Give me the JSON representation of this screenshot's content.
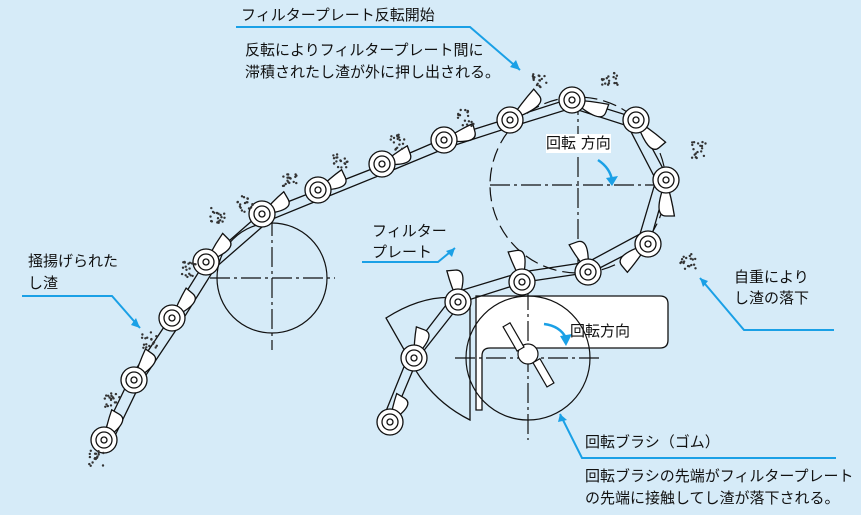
{
  "colors": {
    "background": "#d6ebf8",
    "accent": "#1aa0e6",
    "line": "#111111",
    "fill": "#ffffff"
  },
  "labels": {
    "plate_flip_title": "フィルタープレート反転開始",
    "plate_flip_desc_1": "反転によりフィルタープレート間に",
    "plate_flip_desc_2": "滞積されたし渣が外に押し出される。",
    "lifted_1": "掻揚げられた",
    "lifted_2": "し渣",
    "filter_plate_1": "フィルター",
    "filter_plate_2": "プレート",
    "rotation_upper": "回転 方向",
    "rotation_lower": "回転方向",
    "falls_1": "自重により",
    "falls_2": "し渣の落下",
    "brush": "回転ブラシ（ゴム）",
    "brush_desc_1": "回転ブラシの先端がフィルタープレート",
    "brush_desc_2": "の先端に接触してし渣が落下される。"
  }
}
